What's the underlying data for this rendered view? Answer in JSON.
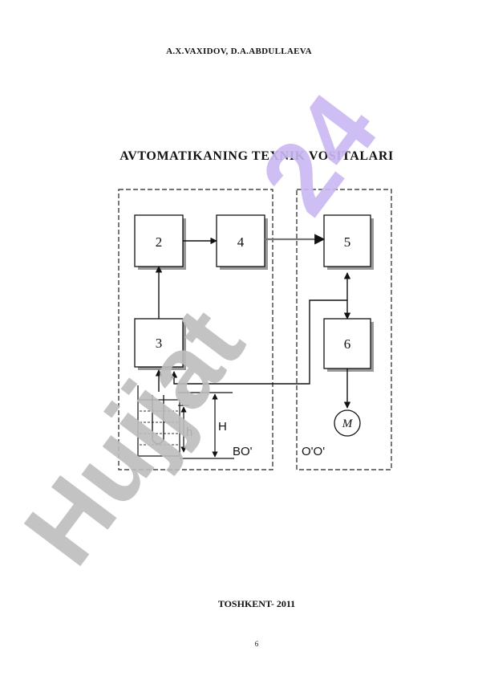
{
  "header": {
    "authors": "A.X.VAXIDOV,  D.A.ABDULLAEVA"
  },
  "title": "AVTOMATIKANING  TEXNIK  VOSITALARI",
  "diagram": {
    "blocks": [
      "2",
      "4",
      "5",
      "3",
      "6"
    ],
    "level_h": "h",
    "level_H": "H",
    "zone_left": "BO'",
    "zone_right": "O'O'",
    "motor": "M"
  },
  "footer": {
    "city_year": "TOSHKENT- 2011",
    "page_number": "6"
  },
  "watermark": {
    "text": "Hujjat24",
    "color": "#c9b8f2"
  }
}
